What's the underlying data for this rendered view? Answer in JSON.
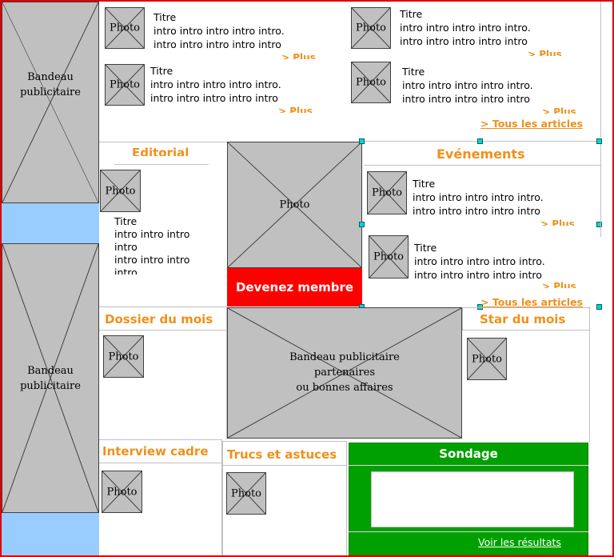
{
  "colors": {
    "accent": "#f0901a",
    "placeholder": "#c0c0c0",
    "band_blue": "#99ccff",
    "member_red": "#ff0000",
    "poll_green": "#00a000",
    "frame_red": "#e00000"
  },
  "ads": {
    "left_top_label": "Bandeau\npublicitaire",
    "left_bottom_label": "Bandeau\npublicitaire",
    "center_label": "Bandeau publicitaire\npartenaires\nou bonnes affaires"
  },
  "photo_label": "Photo",
  "top_articles": [
    {
      "title": "Titre",
      "line1": "intro intro intro intro intro.",
      "line2": "intro intro intro intro intro",
      "more": "> Plus"
    },
    {
      "title": "Titre",
      "line1": "intro intro intro intro intro.",
      "line2": "intro intro intro intro intro",
      "more": "> Plus"
    },
    {
      "title": "Titre",
      "line1": "intro intro intro intro intro.",
      "line2": "intro intro intro intro intro",
      "more": "> Plus"
    },
    {
      "title": "Titre",
      "line1": "intro intro intro intro intro.",
      "line2": "intro intro intro intro intro",
      "more": "> Plus"
    }
  ],
  "all_articles_link": "> Tous les articles",
  "editorial": {
    "heading": "Editorial",
    "title": "Titre",
    "lines": [
      "intro intro intro",
      "intro",
      "intro intro intro",
      "intro"
    ]
  },
  "member_button": "Devenez membre",
  "events": {
    "heading": "Evénements",
    "items": [
      {
        "title": "Titre",
        "line1": "intro intro intro intro intro.",
        "line2": "intro intro intro intro intro",
        "more": "> Plus"
      },
      {
        "title": "Titre",
        "line1": "intro intro intro intro intro.",
        "line2": "intro intro intro intro intro",
        "more": "> Plus"
      }
    ],
    "all_link": "> Tous les articles"
  },
  "sections": {
    "dossier": "Dossier du mois",
    "star": "Star du mois",
    "interview": "Interview cadre",
    "trucs": "Trucs et astuces"
  },
  "poll": {
    "heading": "Sondage",
    "results_link": "Voir les résultats"
  }
}
